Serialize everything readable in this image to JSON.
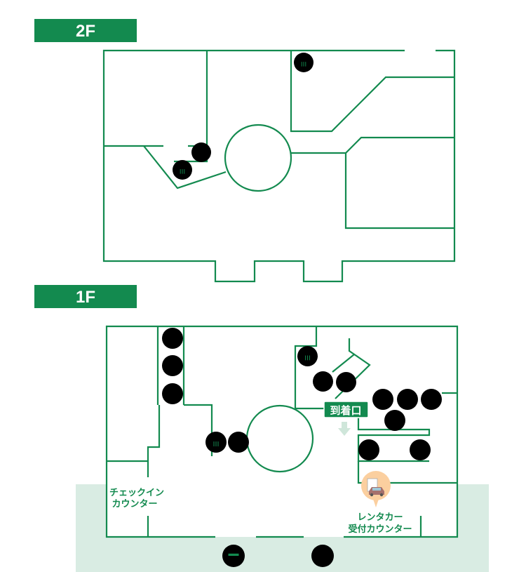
{
  "floors": [
    {
      "label": "2F"
    },
    {
      "label": "1F"
    }
  ],
  "labels": {
    "arrival_gate": "到着口",
    "checkin_counter_line1": "チェックイン",
    "checkin_counter_line2": "カウンター",
    "rental_counter_line1": "レンタカー",
    "rental_counter_line2": "受付カウンター"
  },
  "colors": {
    "primary": "#138a4f",
    "outdoor_area": "#d9ece3",
    "rental_icon_bg": "#fbcf9f"
  },
  "icons": [
    "elevator-icon",
    "stairs-icon",
    "escalator-icon",
    "mens-restroom-icon",
    "womens-restroom-icon",
    "accessible-restroom-icon",
    "family-restroom-icon",
    "baby-changing-icon",
    "bus-icon",
    "parking-icon",
    "rental-car-icon"
  ]
}
